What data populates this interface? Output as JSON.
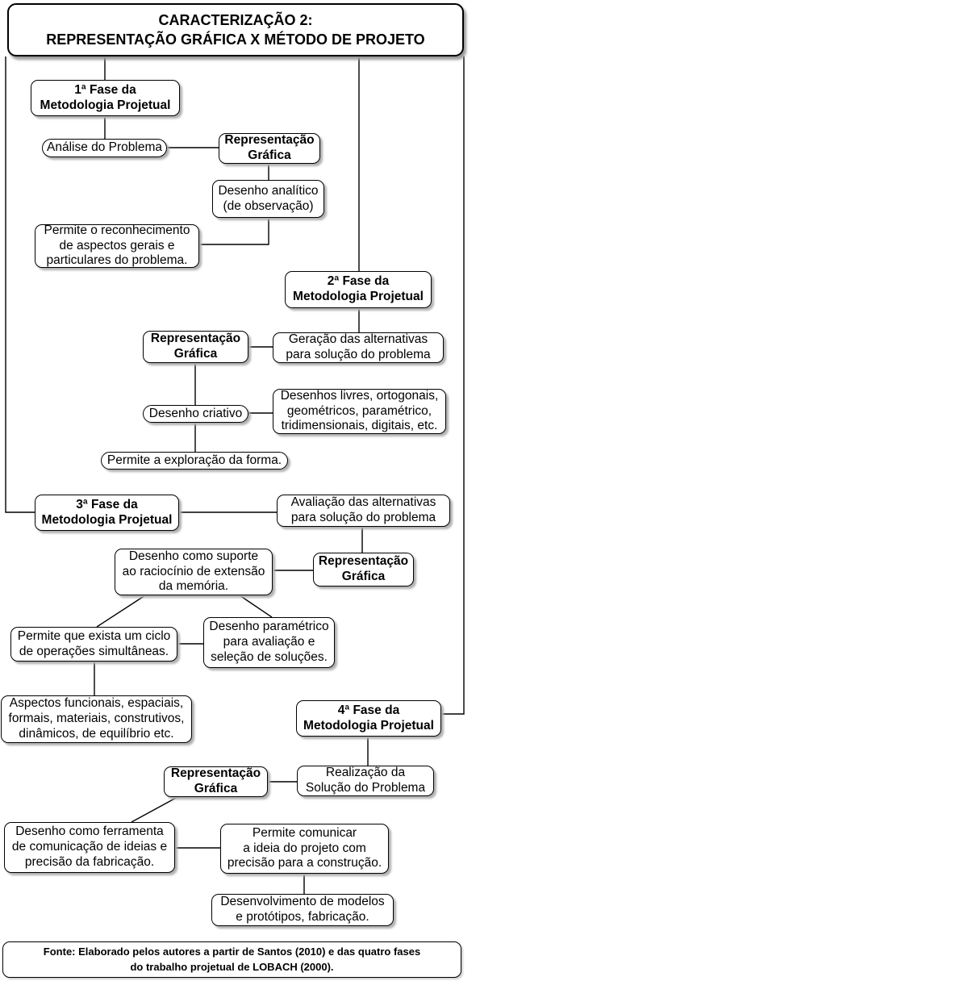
{
  "diagram": {
    "title": "CARACTERIZAÇÃO 2:\nREPRESENTAÇÃO GRÁFICA X MÉTODO DE PROJETO",
    "nodes": {
      "phase1": "1ª Fase da\nMetodologia Projetual",
      "analise_problema": "Análise do Problema",
      "rep_grafica_1": "Representação\nGráfica",
      "desenho_analitico": "Desenho analítico\n(de observação)",
      "permite_reconhecimento": "Permite o reconhecimento\nde aspectos gerais e\nparticulares do problema.",
      "phase2": "2ª Fase da\nMetodologia Projetual",
      "rep_grafica_2": "Representação\nGráfica",
      "geracao_alternativas": "Geração das alternativas\npara solução do problema",
      "desenho_criativo": "Desenho criativo",
      "desenhos_livres": "Desenhos livres, ortogonais,\ngeométricos, paramétrico,\ntridimensionais, digitais, etc.",
      "permite_exploracao": "Permite a exploração da forma.",
      "phase3": "3ª Fase da\nMetodologia Projetual",
      "avaliacao_alternativas": "Avaliação das alternativas\npara solução do problema",
      "desenho_suporte": "Desenho como suporte\nao raciocínio de extensão\nda memória.",
      "rep_grafica_3": "Representação\nGráfica",
      "permite_ciclo": "Permite que exista um ciclo\nde operações simultâneas.",
      "desenho_parametrico": "Desenho paramétrico\npara avaliação e\nseleção de soluções.",
      "aspectos": "Aspectos funcionais, espaciais,\nformais, materiais, construtivos,\ndinâmicos, de equilíbrio etc.",
      "phase4": "4ª Fase da\nMetodologia Projetual",
      "rep_grafica_4": "Representação\nGráfica",
      "realizacao": "Realização da\nSolução do Problema",
      "desenho_ferramenta": "Desenho como ferramenta\nde comunicação de ideias e\nprecisão da fabricação.",
      "permite_comunicar": "Permite comunicar\na ideia do projeto com\nprecisão para a construção.",
      "desenvolvimento": "Desenvolvimento de modelos\ne protótipos, fabricação."
    },
    "source": "Fonte: Elaborado pelos autores a partir de Santos (2010) e das quatro fases\ndo trabalho projetual de LOBACH (2000).",
    "colors": {
      "box_background": "#ffffff",
      "border": "#000000",
      "text": "#000000",
      "shadow": "#b0b0b0"
    }
  }
}
